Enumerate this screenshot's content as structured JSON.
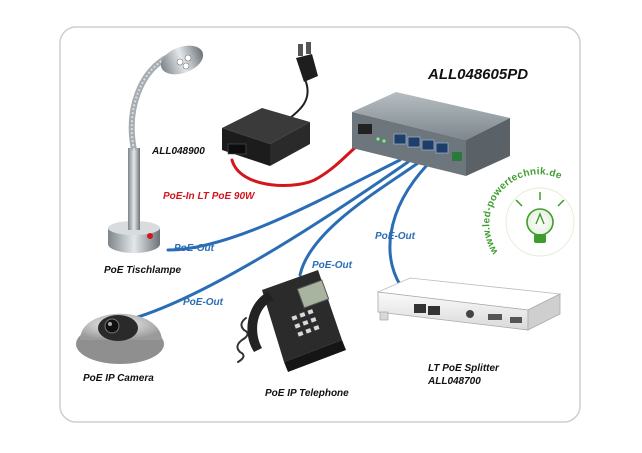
{
  "colors": {
    "frame_border": "#cfcfcf",
    "cable_blue": "#2a6db5",
    "cable_red": "#d4161c",
    "device_dark": "#2b2b2b",
    "switch_body": "#8a9399",
    "watermark_green": "#3f9d2e"
  },
  "labels": {
    "switch_model": "ALL048605PD",
    "injector_model": "ALL048900",
    "poe_in": "PoE-In LT PoE 90W",
    "poe_out_lamp": "PoE-Out",
    "poe_out_camera": "PoE-Out",
    "poe_out_phone": "PoE-Out",
    "poe_out_splitter": "PoE-Out",
    "lamp": "PoE Tischlampe",
    "camera": "PoE IP Camera",
    "telephone": "PoE IP Telephone",
    "splitter_line1": "LT PoE Splitter",
    "splitter_line2": "ALL048700"
  },
  "watermark": {
    "text": "www.led-powertechnik.de",
    "icon": "lightbulb-icon"
  }
}
